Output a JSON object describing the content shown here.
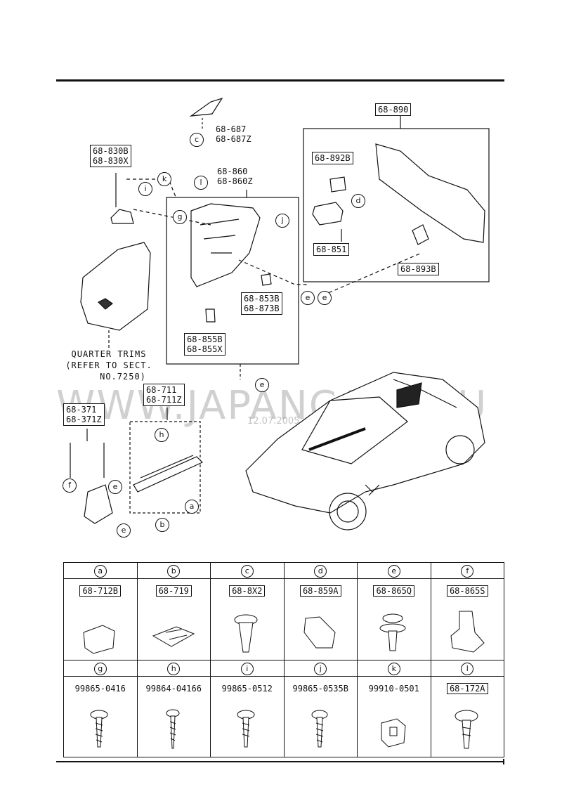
{
  "callouts": {
    "p68_687": "68-687",
    "p68_687z": "68-687Z",
    "p68_830b": "68-830B",
    "p68_830x": "68-830X",
    "p68_860": "68-860",
    "p68_860z": "68-860Z",
    "p68_890": "68-890",
    "p68_892b": "68-892B",
    "p68_851": "68-851",
    "p68_893b": "68-893B",
    "p68_853b": "68-853B",
    "p68_873b": "68-873B",
    "p68_855b": "68-855B",
    "p68_855x": "68-855X",
    "p68_711": "68-711",
    "p68_711z": "68-711Z",
    "p68_371": "68-371",
    "p68_371z": "68-371Z"
  },
  "notes": {
    "quarter_trims_1": "QUARTER TRIMS",
    "quarter_trims_2": "(REFER TO SECT.",
    "quarter_trims_3": "NO.7250)"
  },
  "markers": {
    "a": "a",
    "b": "b",
    "c": "c",
    "d": "d",
    "e": "e",
    "f": "f",
    "g": "g",
    "h": "h",
    "i": "i",
    "j": "j",
    "k": "k",
    "l": "l"
  },
  "watermark": {
    "text": "WWW.JAPANCATS.RU",
    "date": "12.07.2005"
  },
  "legend": {
    "row1": [
      {
        "key": "a",
        "part": "68-712B",
        "boxed": true
      },
      {
        "key": "b",
        "part": "68-719",
        "boxed": true
      },
      {
        "key": "c",
        "part": "68-8X2",
        "boxed": true
      },
      {
        "key": "d",
        "part": "68-859A",
        "boxed": true
      },
      {
        "key": "e",
        "part": "68-865Q",
        "boxed": true
      },
      {
        "key": "f",
        "part": "68-865S",
        "boxed": true
      }
    ],
    "row2": [
      {
        "key": "g",
        "part": "99865-0416",
        "boxed": false
      },
      {
        "key": "h",
        "part": "99864-04166",
        "boxed": false
      },
      {
        "key": "i",
        "part": "99865-0512",
        "boxed": false
      },
      {
        "key": "j",
        "part": "99865-0535B",
        "boxed": false
      },
      {
        "key": "k",
        "part": "99910-0501",
        "boxed": false
      },
      {
        "key": "l",
        "part": "68-172A",
        "boxed": true
      }
    ]
  },
  "colors": {
    "line": "#111111",
    "paper": "#ffffff"
  }
}
